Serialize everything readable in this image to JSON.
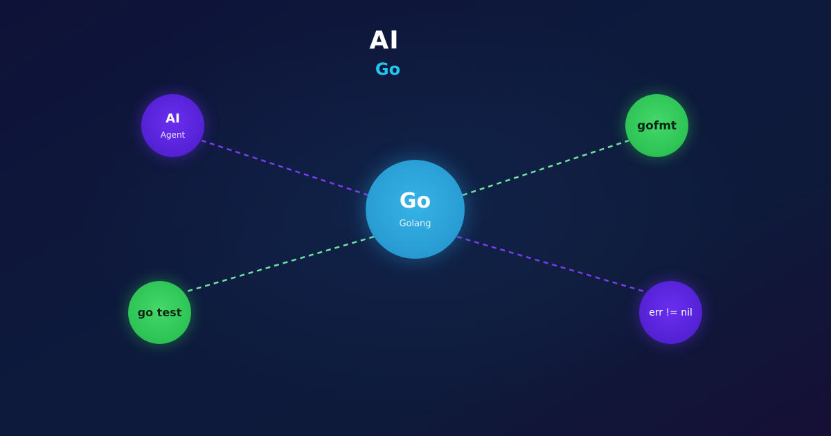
{
  "header": {
    "title": "AI",
    "subtitle": "Go"
  },
  "colors": {
    "center": "#2a9fd6",
    "purple": "#5522d6",
    "green": "#2ec456",
    "purple_link": "#7a3cf0",
    "green_link": "#6fe4a0",
    "subtitle": "#22c5ee"
  },
  "diagram": {
    "center": {
      "label": "Go",
      "sublabel": "Golang"
    },
    "nodes": [
      {
        "id": "ai",
        "label": "AI",
        "sublabel": "Agent",
        "color": "purple"
      },
      {
        "id": "gofmt",
        "label": "gofmt",
        "sublabel": "",
        "color": "green"
      },
      {
        "id": "gotest",
        "label": "go test",
        "sublabel": "",
        "color": "green"
      },
      {
        "id": "errnil",
        "label": "err != nil",
        "sublabel": "",
        "color": "purple"
      }
    ],
    "links": [
      {
        "from": "center",
        "to": "ai",
        "style": "dashed",
        "color": "purple"
      },
      {
        "from": "center",
        "to": "gofmt",
        "style": "dashed",
        "color": "green"
      },
      {
        "from": "center",
        "to": "gotest",
        "style": "dashed",
        "color": "green"
      },
      {
        "from": "center",
        "to": "errnil",
        "style": "dashed",
        "color": "purple"
      }
    ]
  }
}
